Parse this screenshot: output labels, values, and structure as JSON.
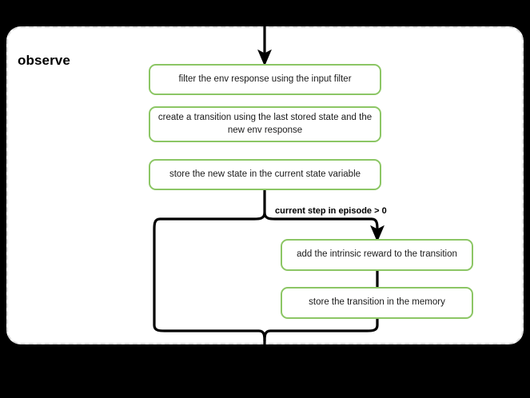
{
  "diagram": {
    "type": "flowchart",
    "background_color": "#000000",
    "container": {
      "label": "observe",
      "border_style": "dashed",
      "border_color": "#dcdcdc",
      "fill_color": "#ffffff"
    },
    "node_style": {
      "border_color": "#8cc665",
      "fill_color": "#ffffff",
      "text_color": "#1a1a1a"
    },
    "connector_color": "#000000",
    "nodes": [
      {
        "id": "filter",
        "label": "filter the env response using the input filter"
      },
      {
        "id": "transition",
        "label": "create a transition using the last stored state and the new env response"
      },
      {
        "id": "store_state",
        "label": "store the new state in the current state variable"
      },
      {
        "id": "intrinsic",
        "label": "add the intrinsic reward to the transition"
      },
      {
        "id": "store_mem",
        "label": "store the transition in the memory"
      }
    ],
    "branch": {
      "condition_label": "current step in episode > 0"
    }
  }
}
